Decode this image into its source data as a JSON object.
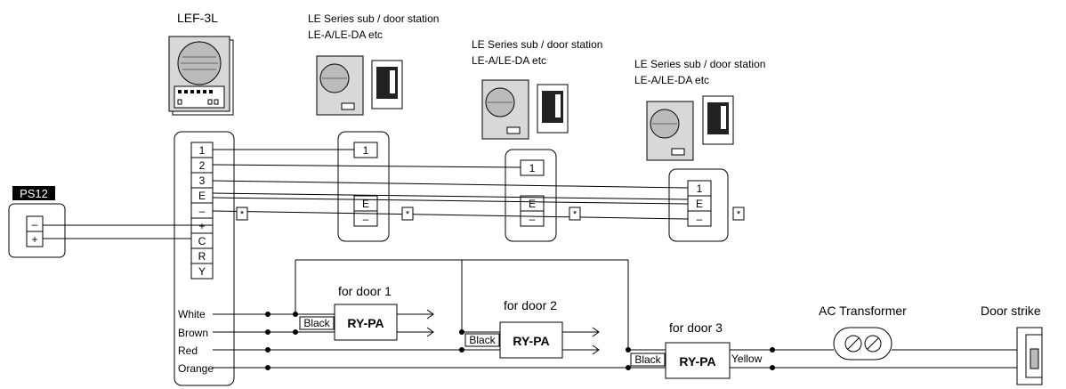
{
  "devices": {
    "master": {
      "label": "LEF-3L"
    },
    "sub1": {
      "label_line1": "LE Series sub / door station",
      "label_line2": "LE-A/LE-DA etc"
    },
    "sub2": {
      "label_line1": "LE Series sub / door station",
      "label_line2": "LE-A/LE-DA etc"
    },
    "sub3": {
      "label_line1": "LE Series sub / door station",
      "label_line2": "LE-A/LE-DA etc"
    },
    "power_supply": {
      "label": "PS12",
      "terminals": [
        "–",
        "+"
      ]
    }
  },
  "master_terminals": [
    "1",
    "2",
    "3",
    "E",
    "–",
    "+",
    "C",
    "R",
    "Y"
  ],
  "master_wires": [
    "White",
    "Brown",
    "Red",
    "Orange"
  ],
  "sub1_terminals": [
    "1",
    "E",
    "–"
  ],
  "sub2_terminals": [
    "1",
    "E",
    "–"
  ],
  "sub3_terminals": [
    "1",
    "E",
    "–"
  ],
  "asterisk": "*",
  "relays": [
    {
      "caption": "for door 1",
      "name": "RY-PA",
      "input": "Black"
    },
    {
      "caption": "for door 2",
      "name": "RY-PA",
      "input": "Black"
    },
    {
      "caption": "for door 3",
      "name": "RY-PA",
      "input": "Black",
      "output": "Yellow"
    }
  ],
  "transformer": {
    "label": "AC Transformer"
  },
  "door_strike": {
    "label": "Door strike"
  }
}
